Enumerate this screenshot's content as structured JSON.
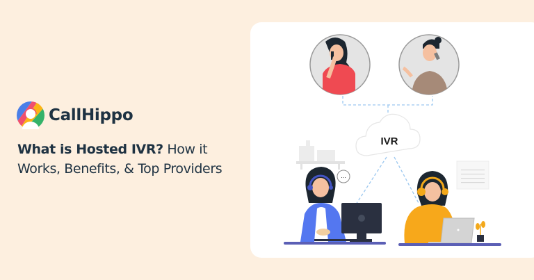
{
  "brand": {
    "name": "CallHippo",
    "logo_icon": "callhippo-logo-icon",
    "logo_colors": [
      "#4285f4",
      "#f0506e",
      "#fbbc05",
      "#34a853"
    ]
  },
  "headline": {
    "bold": "What is Hosted IVR?",
    "regular_line1": " How it",
    "regular_line2": "Works, Benefits, & Top Providers"
  },
  "illustration": {
    "cloud_label": "IVR",
    "callers": [
      "caller-woman-red-shirt",
      "caller-woman-brown-shirt"
    ],
    "agents": [
      "agent-blue-jacket-desktop",
      "agent-yellow-sweater-laptop"
    ],
    "chat_bubble_text": "...",
    "colors": {
      "background": "#fdefdf",
      "card": "#ffffff",
      "text": "#1e3242",
      "dashed_line": "#9cc8f0",
      "desk": "#5b5fb5"
    }
  }
}
